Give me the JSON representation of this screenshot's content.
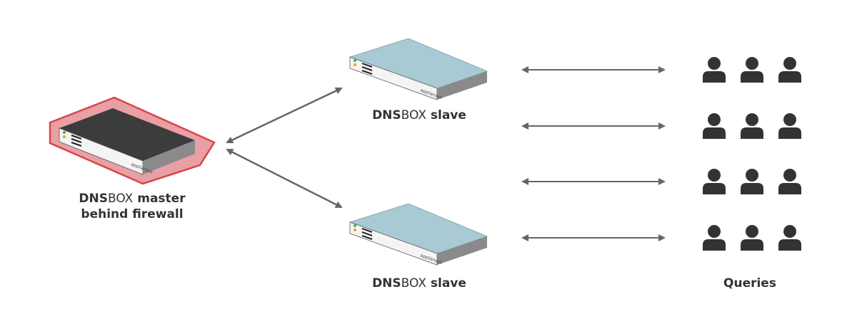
{
  "master": {
    "label_bold": "DNS",
    "label_light": "BOX",
    "label_rest": " master",
    "label_line2": "behind firewall",
    "brand": "appliansys"
  },
  "slave_top": {
    "label_bold": "DNS",
    "label_light": "BOX",
    "label_rest": " slave",
    "brand": "appliansys"
  },
  "slave_bottom": {
    "label_bold": "DNS",
    "label_light": "BOX",
    "label_rest": " slave",
    "brand": "appliansys"
  },
  "queries": {
    "label": "Queries",
    "rows": 4,
    "per_row": 3
  },
  "colors": {
    "firewall_fill": "#e8a0a4",
    "firewall_stroke": "#d9444c",
    "master_top": "#3c3c3c",
    "slave_top": "#a9c9d4",
    "arrow": "#666666",
    "person": "#333333",
    "text": "#333333"
  },
  "icons": {
    "master": "server-appliance-icon",
    "slave": "server-appliance-icon",
    "user": "user-icon",
    "firewall": "firewall-icon"
  }
}
